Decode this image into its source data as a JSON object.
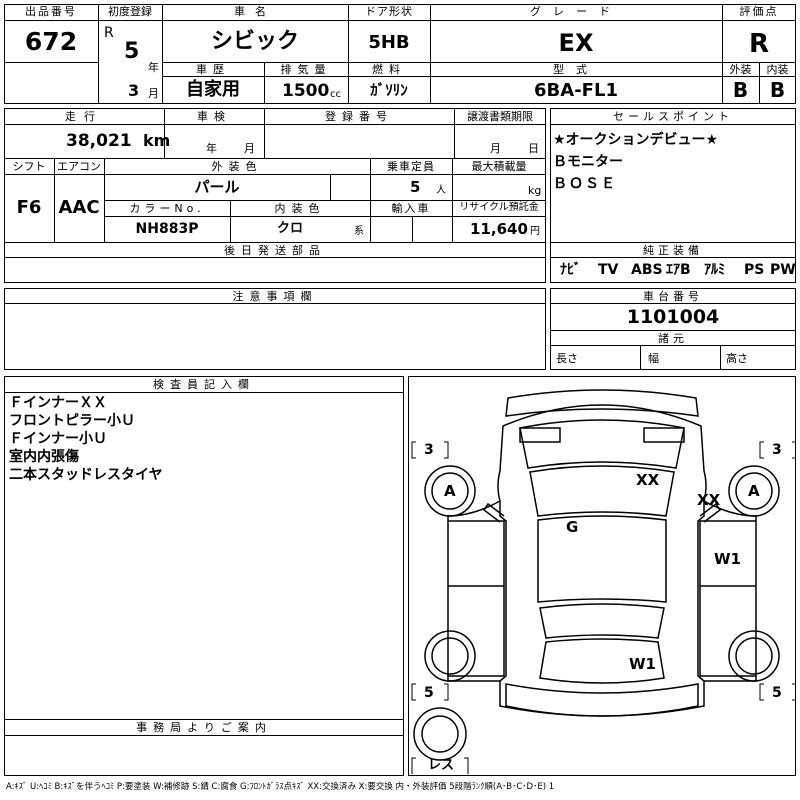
{
  "header": {
    "lot_no_label": "出品番号",
    "lot_no": "672",
    "first_reg_label": "初度登録",
    "era": "R",
    "year_num": "5",
    "year_unit": "年",
    "month_num": "3",
    "month_unit": "月",
    "car_name_label": "車名",
    "car_name": "シビック",
    "history_label": "車歴",
    "history": "自家用",
    "displacement_label": "排気量",
    "displacement": "1500",
    "displacement_unit": "cc",
    "door_label": "ドア形状",
    "door": "5HB",
    "fuel_label": "燃料",
    "fuel": "ｶﾞｿﾘﾝ",
    "grade_label": "グレード",
    "grade": "EX",
    "model_label": "型式",
    "model": "6BA-FL1",
    "score_label": "評価点",
    "score": "R",
    "ext_label": "外装",
    "ext": "B",
    "int_label": "内装",
    "int": "B"
  },
  "row2": {
    "mileage_label": "走行",
    "mileage": "38,021",
    "mileage_unit": "km",
    "inspection_label": "車検",
    "insp_year": "年",
    "insp_month": "月",
    "reg_label": "登録番号",
    "transfer_label": "譲渡書類期限",
    "transfer_month": "月",
    "transfer_day": "日",
    "shift_label": "シフト",
    "shift": "F6",
    "ac_label": "エアコン",
    "ac": "AAC",
    "color_label": "外装色",
    "color": "パール",
    "capacity_label": "乗車定員",
    "capacity": "5",
    "capacity_unit": "人",
    "load_label": "最大積載量",
    "load_unit": "kg",
    "color_no_label": "カラーNo.",
    "color_no": "NH883P",
    "int_color_label": "内装色",
    "int_color": "クロ",
    "int_color_unit": "系",
    "import_label": "輸入車",
    "recycle_label": "リサイクル預託金",
    "recycle": "11,640",
    "recycle_unit": "円",
    "later_parts_label": "後日発送部品"
  },
  "sales": {
    "label": "セールスポイント",
    "lines": [
      "★オークションデビュー★",
      "Ｂモニター",
      "ＢＯＳＥ"
    ]
  },
  "equipment": {
    "label": "純正装備",
    "items": [
      "ﾅﾋﾞ",
      "TV",
      "ABS",
      "ｴｱB",
      "ｱﾙﾐ",
      "PS",
      "PW"
    ]
  },
  "notes": {
    "label": "注意事項欄"
  },
  "chassis": {
    "label": "車台番号",
    "value": "1101004",
    "dims_label": "諸元",
    "length": "長さ",
    "width": "幅",
    "height": "高さ"
  },
  "inspector": {
    "label": "検査員記入欄",
    "lines": [
      "ＦインナーＸＸ",
      "フロントピラー小Ｕ",
      "Ｆインナー小Ｕ",
      "室内内張傷",
      "二本スタッドレスタイヤ"
    ]
  },
  "office": {
    "label": "事務局よりご案内"
  },
  "diagram": {
    "tread_fl": "3",
    "tread_fr": "3",
    "tread_rl": "5",
    "tread_rr": "5",
    "wheel_fl": "A",
    "wheel_fr": "A",
    "mark_xx1": "XX",
    "mark_xx2": "XX",
    "mark_g": "G",
    "mark_w1a": "W1",
    "mark_w1b": "W1",
    "spare": "レス"
  },
  "legend": "A:ｷｽﾞ U:ﾍｺﾐ B:ｷｽﾞを伴うﾍｺﾐ P:要塗装 W:補修跡 S:錆 C:腐食 G:ﾌﾛﾝﾄｶﾞﾗｽ点ｷｽﾞ XX:交換済み X:要交換 内・外装評価 5段階ﾗﾝｸ順(A･B･C･D･E) 1"
}
